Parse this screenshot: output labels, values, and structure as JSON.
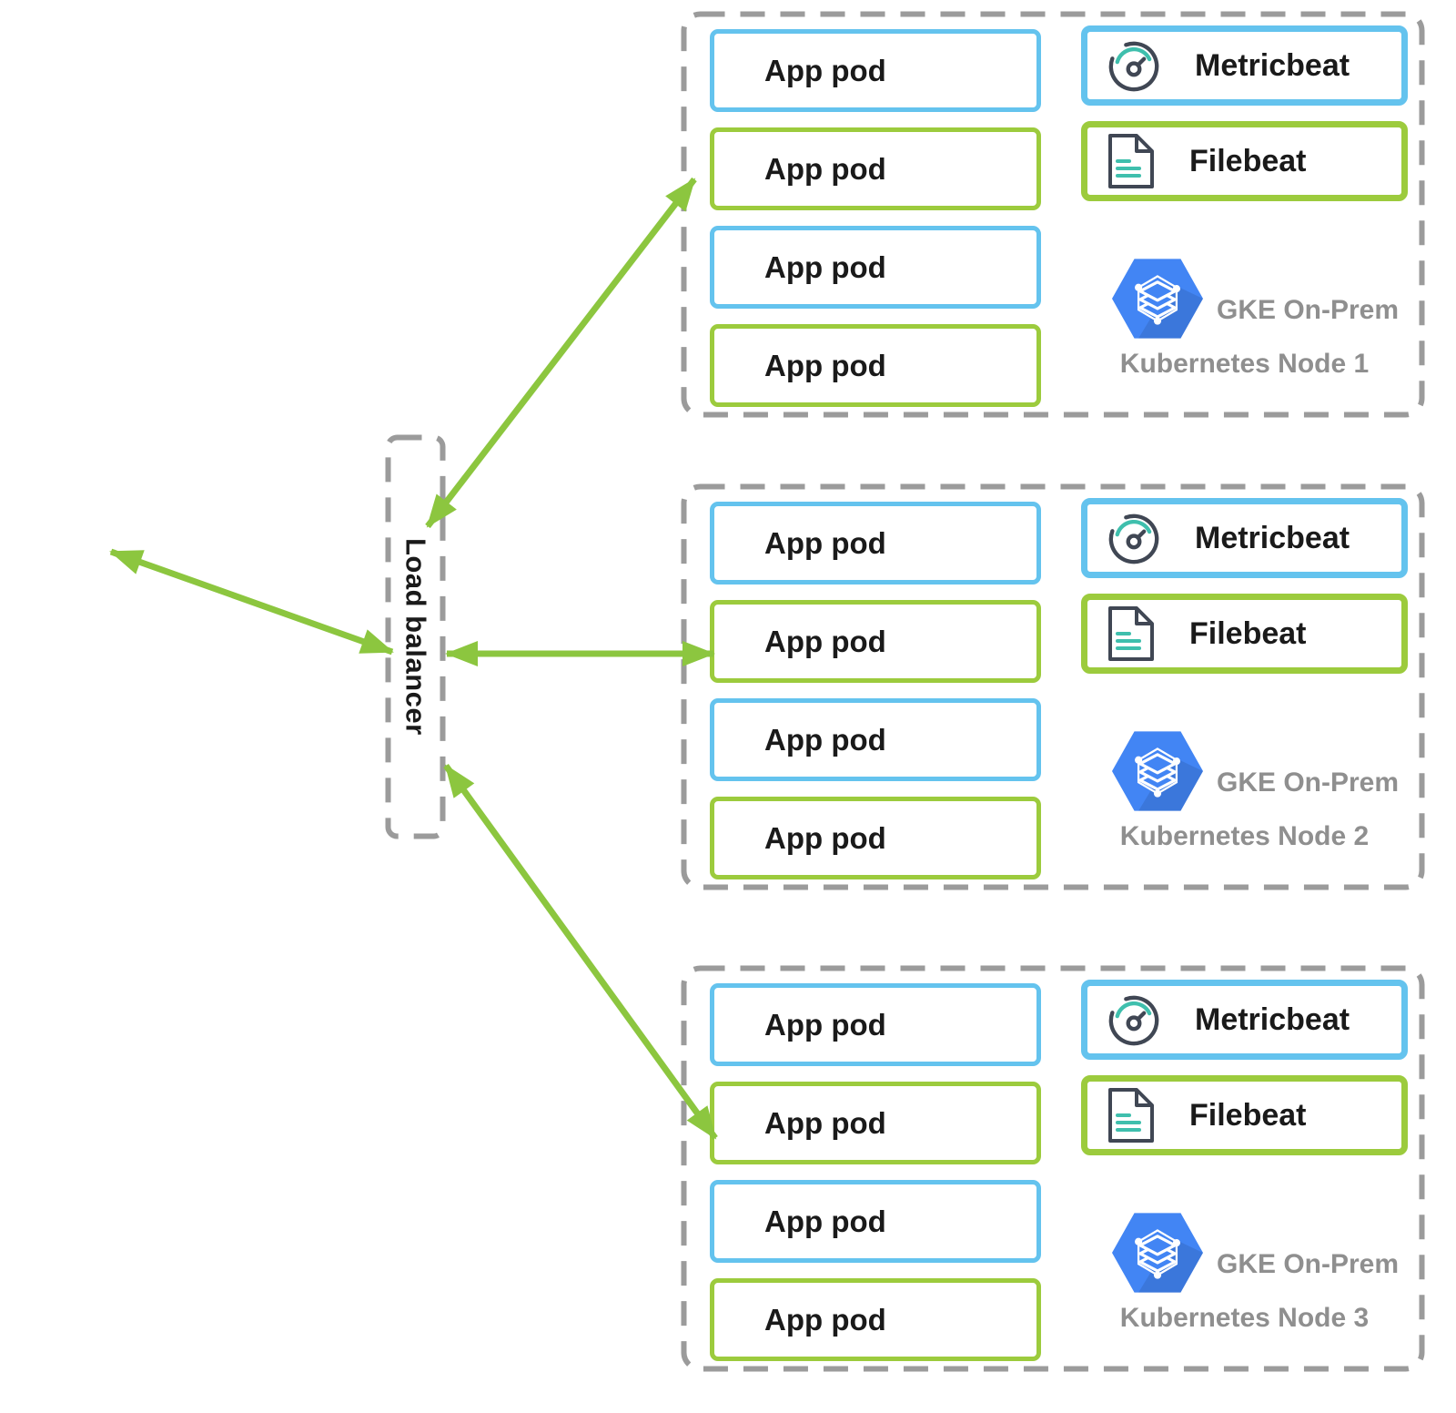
{
  "load_balancer": {
    "label": "Load balancer"
  },
  "nodes": [
    {
      "name": "Kubernetes Node 1",
      "platform_label": "GKE On-Prem",
      "metricbeat_label": "Metricbeat",
      "filebeat_label": "Filebeat",
      "pods": [
        "App pod",
        "App pod",
        "App pod",
        "App pod"
      ]
    },
    {
      "name": "Kubernetes Node 2",
      "platform_label": "GKE On-Prem",
      "metricbeat_label": "Metricbeat",
      "filebeat_label": "Filebeat",
      "pods": [
        "App pod",
        "App pod",
        "App pod",
        "App pod"
      ]
    },
    {
      "name": "Kubernetes Node 3",
      "platform_label": "GKE On-Prem",
      "metricbeat_label": "Metricbeat",
      "filebeat_label": "Filebeat",
      "pods": [
        "App pod",
        "App pod",
        "App pod",
        "App pod"
      ]
    }
  ],
  "icons": {
    "metricbeat": "gauge-icon",
    "filebeat": "document-icon",
    "gke": "gke-hexagon-icon"
  },
  "colors": {
    "pod-blue": "#64C3EE",
    "pod-green": "#9CCB3D",
    "arrow": "#8CC63F",
    "dash": "#9B9B9B",
    "gray-text": "#8F8F8F",
    "icon-dark": "#404754",
    "icon-teal": "#3FBFAD",
    "gke-blue": "#4285F4",
    "text": "#1A1A1A"
  }
}
